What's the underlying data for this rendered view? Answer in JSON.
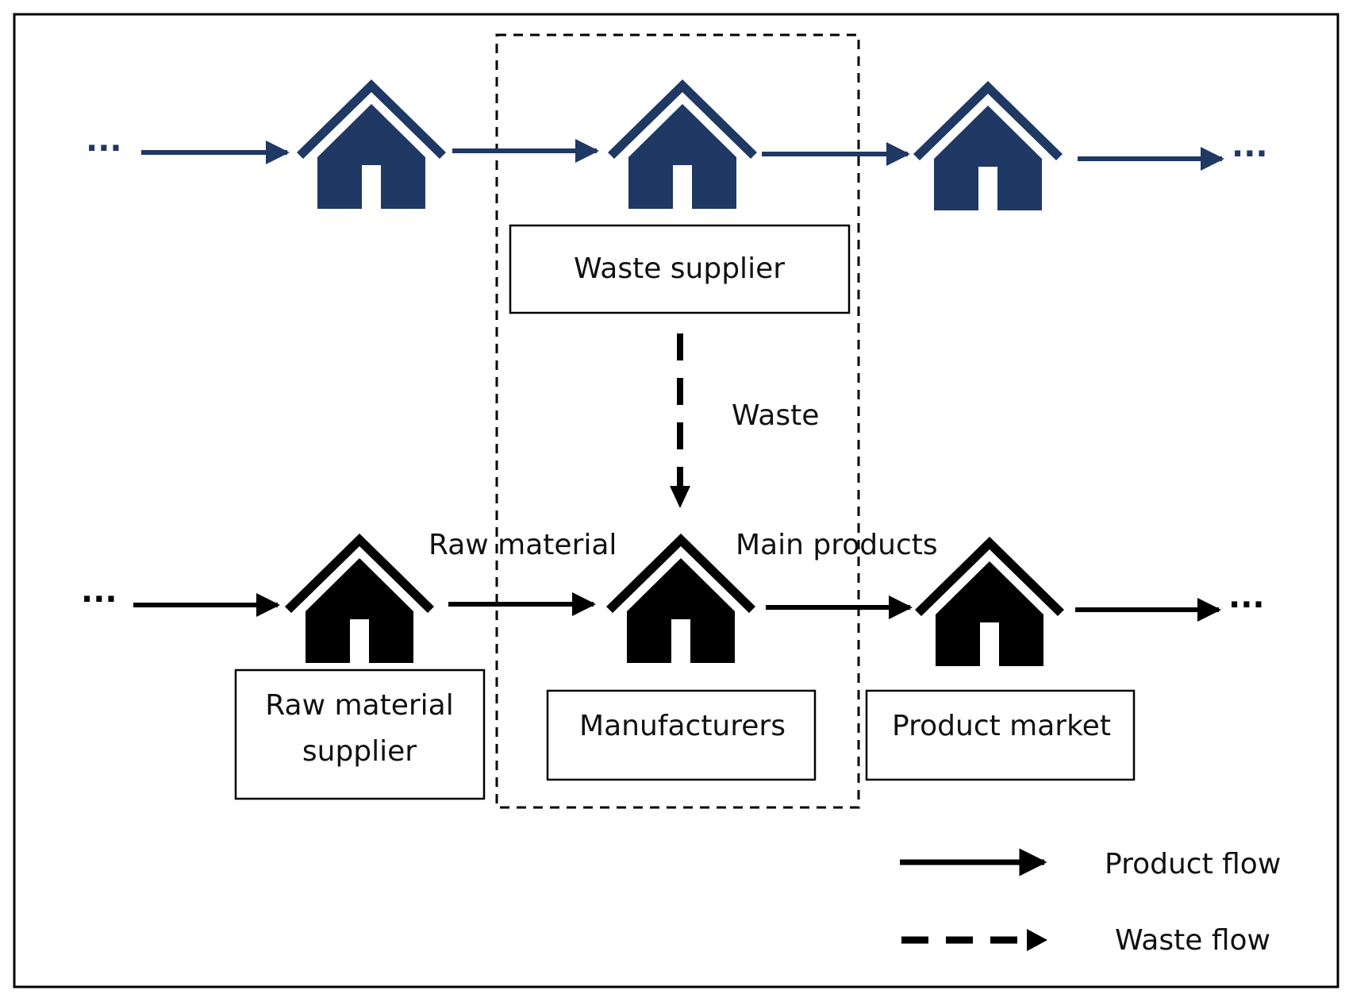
{
  "colors": {
    "top_row": "#1f3864",
    "bottom_row": "#000000",
    "box_border": "#000000",
    "background": "#ffffff"
  },
  "top_row": {
    "ellipsis_left": "···",
    "ellipsis_right": "···",
    "box_label": "Waste supplier",
    "icons": [
      "house-icon",
      "house-icon",
      "house-icon"
    ]
  },
  "waste_arrow_label": "Waste",
  "bottom_row": {
    "ellipsis_left": "···",
    "ellipsis_right": "···",
    "edge_label_raw": "Raw material",
    "edge_label_main": "Main products",
    "boxes": {
      "raw_line1": "Raw material",
      "raw_line2": "supplier",
      "manufacturers": "Manufacturers",
      "product_market": "Product market"
    },
    "icons": [
      "house-icon",
      "house-icon",
      "house-icon"
    ]
  },
  "legend": {
    "product_flow": "Product flow",
    "waste_flow": "Waste flow"
  }
}
